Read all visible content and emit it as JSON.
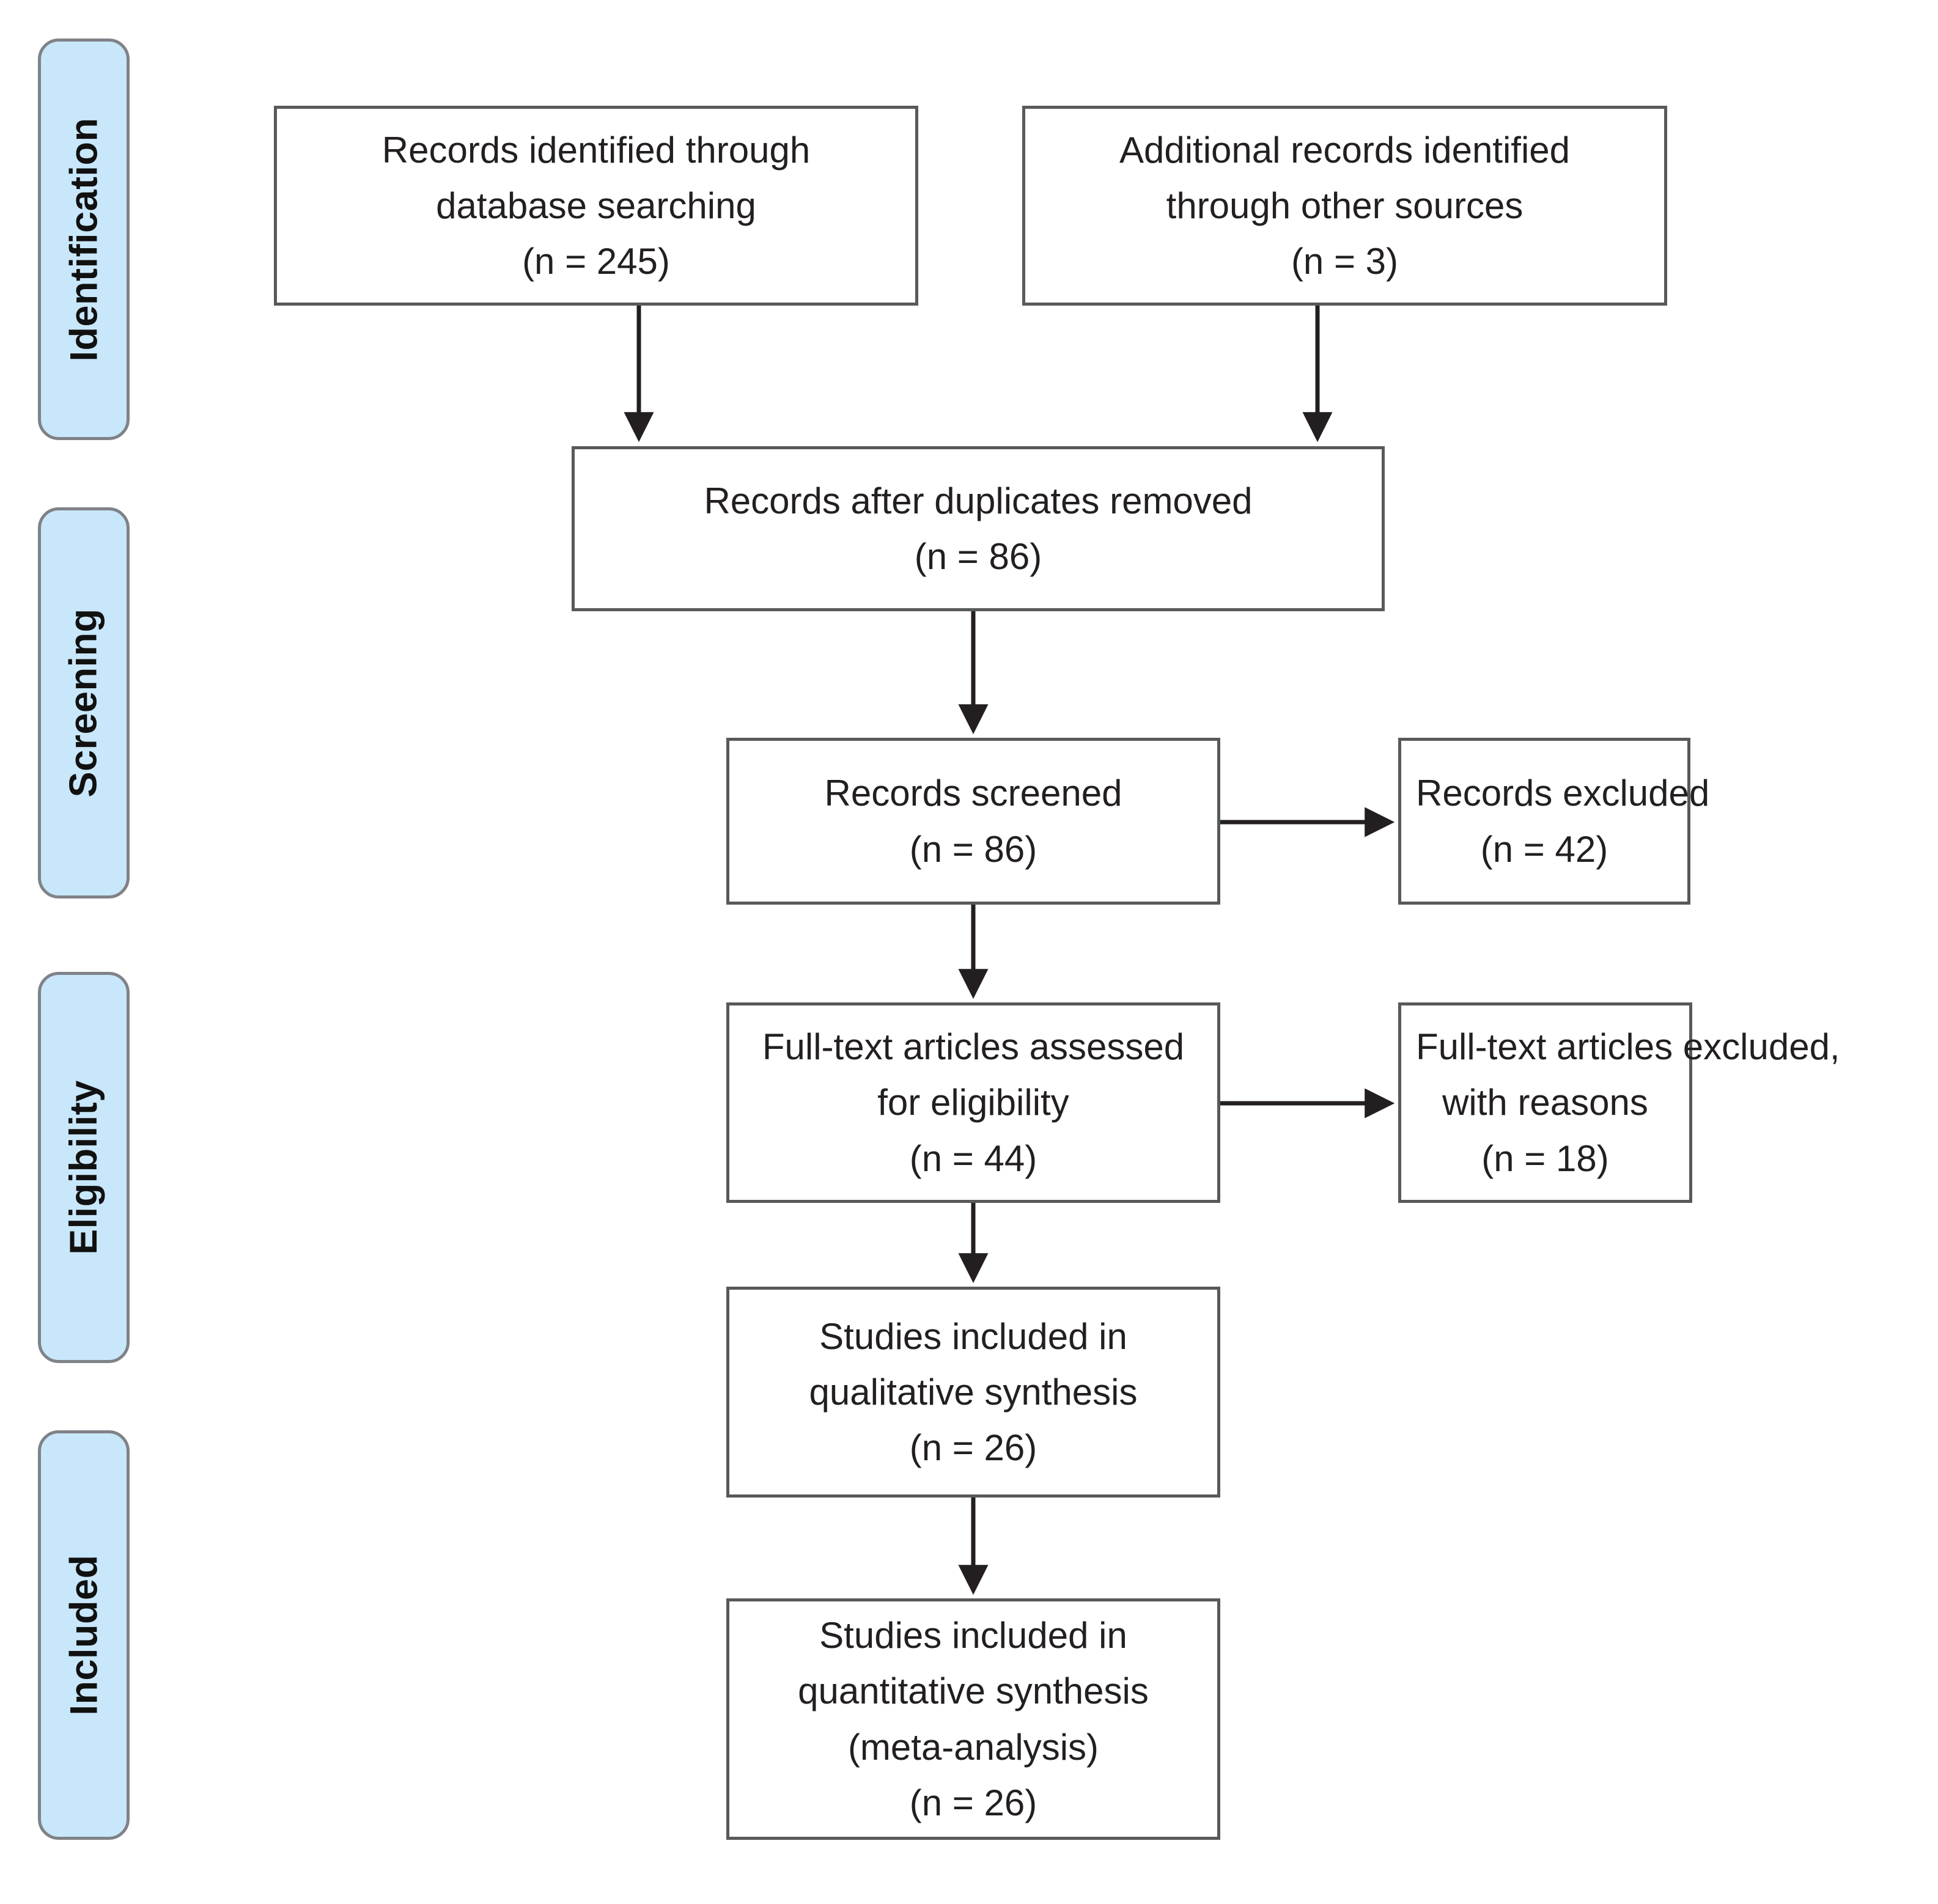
{
  "diagram": {
    "type": "prisma-flow-diagram",
    "title": "PRISMA Flow Diagram",
    "accent_blue": "#c9e7fa",
    "stage_border": "#7f8287",
    "box_border": "#58595b",
    "text_color": "#231f20",
    "arrow_color": "#231f20"
  },
  "stages": [
    {
      "label": "Identification"
    },
    {
      "label": "Screening"
    },
    {
      "label": "Eligibility"
    },
    {
      "label": "Included"
    }
  ],
  "boxes": {
    "db_records": {
      "lines": [
        "Records identified through",
        "database searching",
        "(n = 245)"
      ],
      "count": 245
    },
    "other_records": {
      "lines": [
        "Additional records identified",
        "through other sources",
        "(n = 3)"
      ],
      "count": 3
    },
    "after_duplicates": {
      "lines": [
        "Records after duplicates removed",
        "(n = 86)"
      ],
      "count": 86
    },
    "screened": {
      "lines": [
        "Records screened",
        "(n = 86)"
      ],
      "count": 86
    },
    "records_excluded": {
      "lines": [
        "Records excluded",
        "(n = 42)"
      ],
      "count": 42
    },
    "fulltext_assessed": {
      "lines": [
        "Full-text articles assessed",
        "for eligibility",
        "(n = 44)"
      ],
      "count": 44
    },
    "fulltext_excluded": {
      "lines": [
        "Full-text articles excluded,",
        "with reasons",
        "(n = 18)"
      ],
      "count": 18
    },
    "qualitative": {
      "lines": [
        "Studies included in",
        "qualitative synthesis",
        "(n = 26)"
      ],
      "count": 26
    },
    "quantitative": {
      "lines": [
        "Studies included in",
        "quantitative synthesis",
        "(meta-analysis)",
        "(n = 26)"
      ],
      "count": 26
    }
  },
  "chart_data": {
    "type": "diagram",
    "title": "PRISMA Flow Diagram",
    "nodes": [
      {
        "id": "db_records",
        "stage": "Identification",
        "label": "Records identified through database searching",
        "n": 245
      },
      {
        "id": "other_records",
        "stage": "Identification",
        "label": "Additional records identified through other sources",
        "n": 3
      },
      {
        "id": "after_duplicates",
        "stage": "Screening",
        "label": "Records after duplicates removed",
        "n": 86
      },
      {
        "id": "screened",
        "stage": "Screening",
        "label": "Records screened",
        "n": 86
      },
      {
        "id": "records_excluded",
        "stage": "Screening",
        "label": "Records excluded",
        "n": 42
      },
      {
        "id": "fulltext_assessed",
        "stage": "Eligibility",
        "label": "Full-text articles assessed for eligibility",
        "n": 44
      },
      {
        "id": "fulltext_excluded",
        "stage": "Eligibility",
        "label": "Full-text articles excluded, with reasons",
        "n": 18
      },
      {
        "id": "qualitative",
        "stage": "Included",
        "label": "Studies included in qualitative synthesis",
        "n": 26
      },
      {
        "id": "quantitative",
        "stage": "Included",
        "label": "Studies included in quantitative synthesis (meta-analysis)",
        "n": 26
      }
    ],
    "edges": [
      {
        "from": "db_records",
        "to": "after_duplicates",
        "direction": "down"
      },
      {
        "from": "other_records",
        "to": "after_duplicates",
        "direction": "down"
      },
      {
        "from": "after_duplicates",
        "to": "screened",
        "direction": "down"
      },
      {
        "from": "screened",
        "to": "records_excluded",
        "direction": "right"
      },
      {
        "from": "screened",
        "to": "fulltext_assessed",
        "direction": "down"
      },
      {
        "from": "fulltext_assessed",
        "to": "fulltext_excluded",
        "direction": "right"
      },
      {
        "from": "fulltext_assessed",
        "to": "qualitative",
        "direction": "down"
      },
      {
        "from": "qualitative",
        "to": "quantitative",
        "direction": "down"
      }
    ]
  }
}
